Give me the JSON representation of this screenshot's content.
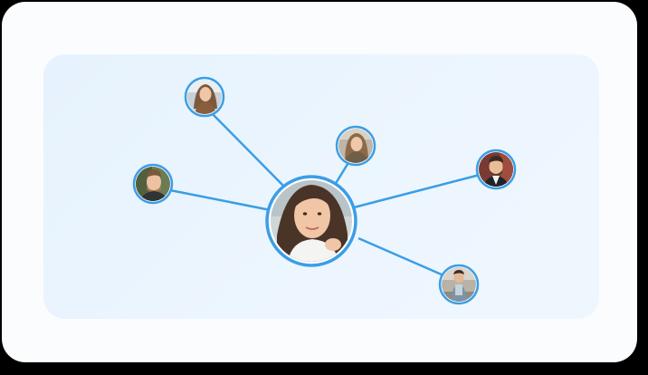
{
  "colors": {
    "background": "#000000",
    "card": "#fbfcfe",
    "canvas": "#e9f4fe",
    "accent": "#3a9ee6",
    "node_ring": "#3a9ee6"
  },
  "network": {
    "center": {
      "name": "center-person-avatar",
      "icon": "woman-portrait"
    },
    "nodes": [
      {
        "name": "person-avatar-top-left",
        "icon": "woman-portrait"
      },
      {
        "name": "person-avatar-left",
        "icon": "man-portrait"
      },
      {
        "name": "person-avatar-top-middle",
        "icon": "woman-portrait"
      },
      {
        "name": "person-avatar-right",
        "icon": "man-portrait"
      },
      {
        "name": "person-avatar-bottom-right",
        "icon": "man-portrait"
      }
    ]
  }
}
